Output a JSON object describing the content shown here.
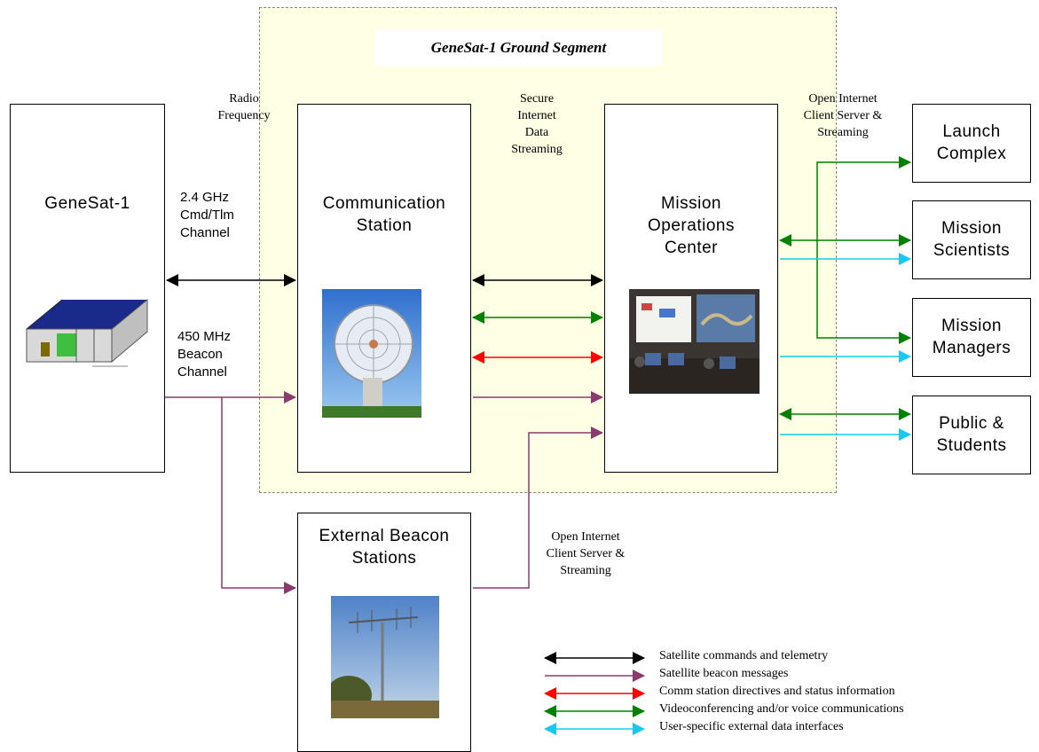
{
  "ground_segment": {
    "title": "GeneSat-1 Ground Segment"
  },
  "nodes": {
    "genesat": "GeneSat-1",
    "comm_station": "Communication\nStation",
    "moc": "Mission\nOperations\nCenter",
    "ext_beacon": "External Beacon\nStations",
    "launch": "Launch\nComplex",
    "scientists": "Mission\nScientists",
    "managers": "Mission\nManagers",
    "public": "Public &\nStudents"
  },
  "link_labels": {
    "radio": "Radio\nFrequency",
    "cmd_tlm": "2.4 GHz\nCmd/Tlm\nChannel",
    "beacon": "450 MHz\nBeacon\nChannel",
    "secure_internet": "Secure\nInternet\nData\nStreaming",
    "open_internet_top": "Open Internet\nClient Server &\nStreaming",
    "open_internet_bottom": "Open Internet\nClient Server &\nStreaming"
  },
  "legend": [
    {
      "label": "Satellite commands and telemetry",
      "color": "#000000",
      "double": true
    },
    {
      "label": "Satellite beacon messages",
      "color": "#8b3a6e",
      "double": false
    },
    {
      "label": "Comm station directives and status information",
      "color": "#ff0000",
      "double": true
    },
    {
      "label": "Videoconferencing and/or voice communications",
      "color": "#008000",
      "double": true
    },
    {
      "label": "User-specific external data interfaces",
      "color": "#19c8f0",
      "double": true
    }
  ],
  "colors": {
    "commands": "#000000",
    "beacon": "#8b3a6e",
    "directives": "#ff0000",
    "video": "#008000",
    "data": "#19c8f0",
    "ground_fill": "#ffffe3"
  },
  "icons": [
    "satellite-icon",
    "dish-antenna-photo",
    "control-room-photo",
    "yagi-antenna-photo"
  ]
}
